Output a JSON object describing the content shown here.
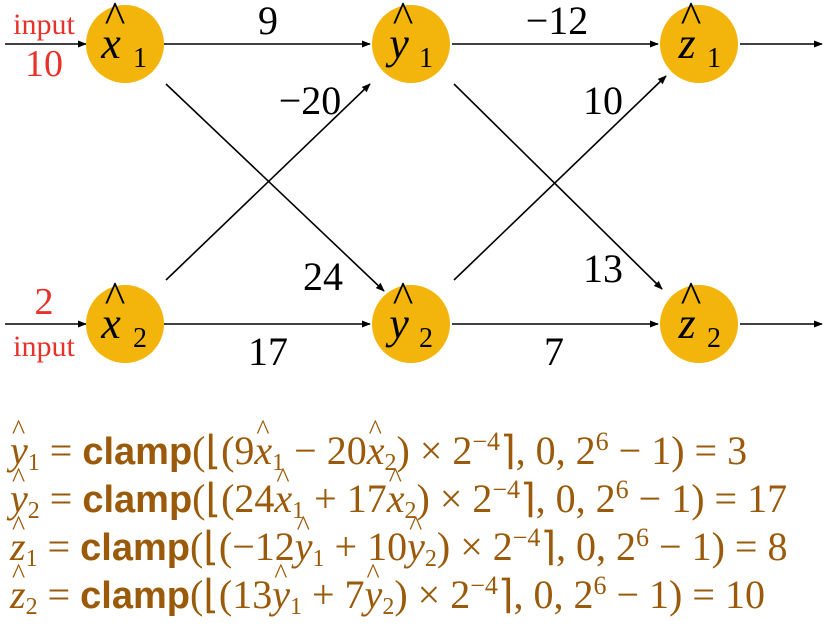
{
  "colors": {
    "node": "#f3b50c",
    "input": "#e8312a",
    "equation": "#9a5a0a",
    "edge": "#000000"
  },
  "inputs": [
    {
      "word": "input",
      "value": "10"
    },
    {
      "word": "input",
      "value": "2"
    }
  ],
  "nodes": [
    {
      "var": "x",
      "sub": "1"
    },
    {
      "var": "x",
      "sub": "2"
    },
    {
      "var": "y",
      "sub": "1"
    },
    {
      "var": "y",
      "sub": "2"
    },
    {
      "var": "z",
      "sub": "1"
    },
    {
      "var": "z",
      "sub": "2"
    }
  ],
  "weights": {
    "x1_y1": "9",
    "x2_y1": "−20",
    "x1_y2": "24",
    "x2_y2": "17",
    "y1_z1": "−12",
    "y2_z1": "10",
    "y1_z2": "13",
    "y2_z2": "7"
  },
  "equations": [
    {
      "lhs": "y",
      "sub": "1",
      "fn": "clamp",
      "a": "9",
      "av": "x",
      "as": "1",
      "op": "−",
      "b": "20",
      "bv": "x",
      "bs": "2",
      "mult": "× 2",
      "exp": "−4",
      "min": "0",
      "max_base": "2",
      "max_exp": "6",
      "max_tail": "− 1",
      "result": "3"
    },
    {
      "lhs": "y",
      "sub": "2",
      "fn": "clamp",
      "a": "24",
      "av": "x",
      "as": "1",
      "op": "+",
      "b": "17",
      "bv": "x",
      "bs": "2",
      "mult": "× 2",
      "exp": "−4",
      "min": "0",
      "max_base": "2",
      "max_exp": "6",
      "max_tail": "− 1",
      "result": "17"
    },
    {
      "lhs": "z",
      "sub": "1",
      "fn": "clamp",
      "a": "−12",
      "av": "y",
      "as": "1",
      "op": "+",
      "b": "10",
      "bv": "y",
      "bs": "2",
      "mult": "× 2",
      "exp": "−4",
      "min": "0",
      "max_base": "2",
      "max_exp": "6",
      "max_tail": "− 1",
      "result": "8"
    },
    {
      "lhs": "z",
      "sub": "2",
      "fn": "clamp",
      "a": "13",
      "av": "y",
      "as": "1",
      "op": "+",
      "b": "7",
      "bv": "y",
      "bs": "2",
      "mult": "× 2",
      "exp": "−4",
      "min": "0",
      "max_base": "2",
      "max_exp": "6",
      "max_tail": "− 1",
      "result": "10"
    }
  ]
}
